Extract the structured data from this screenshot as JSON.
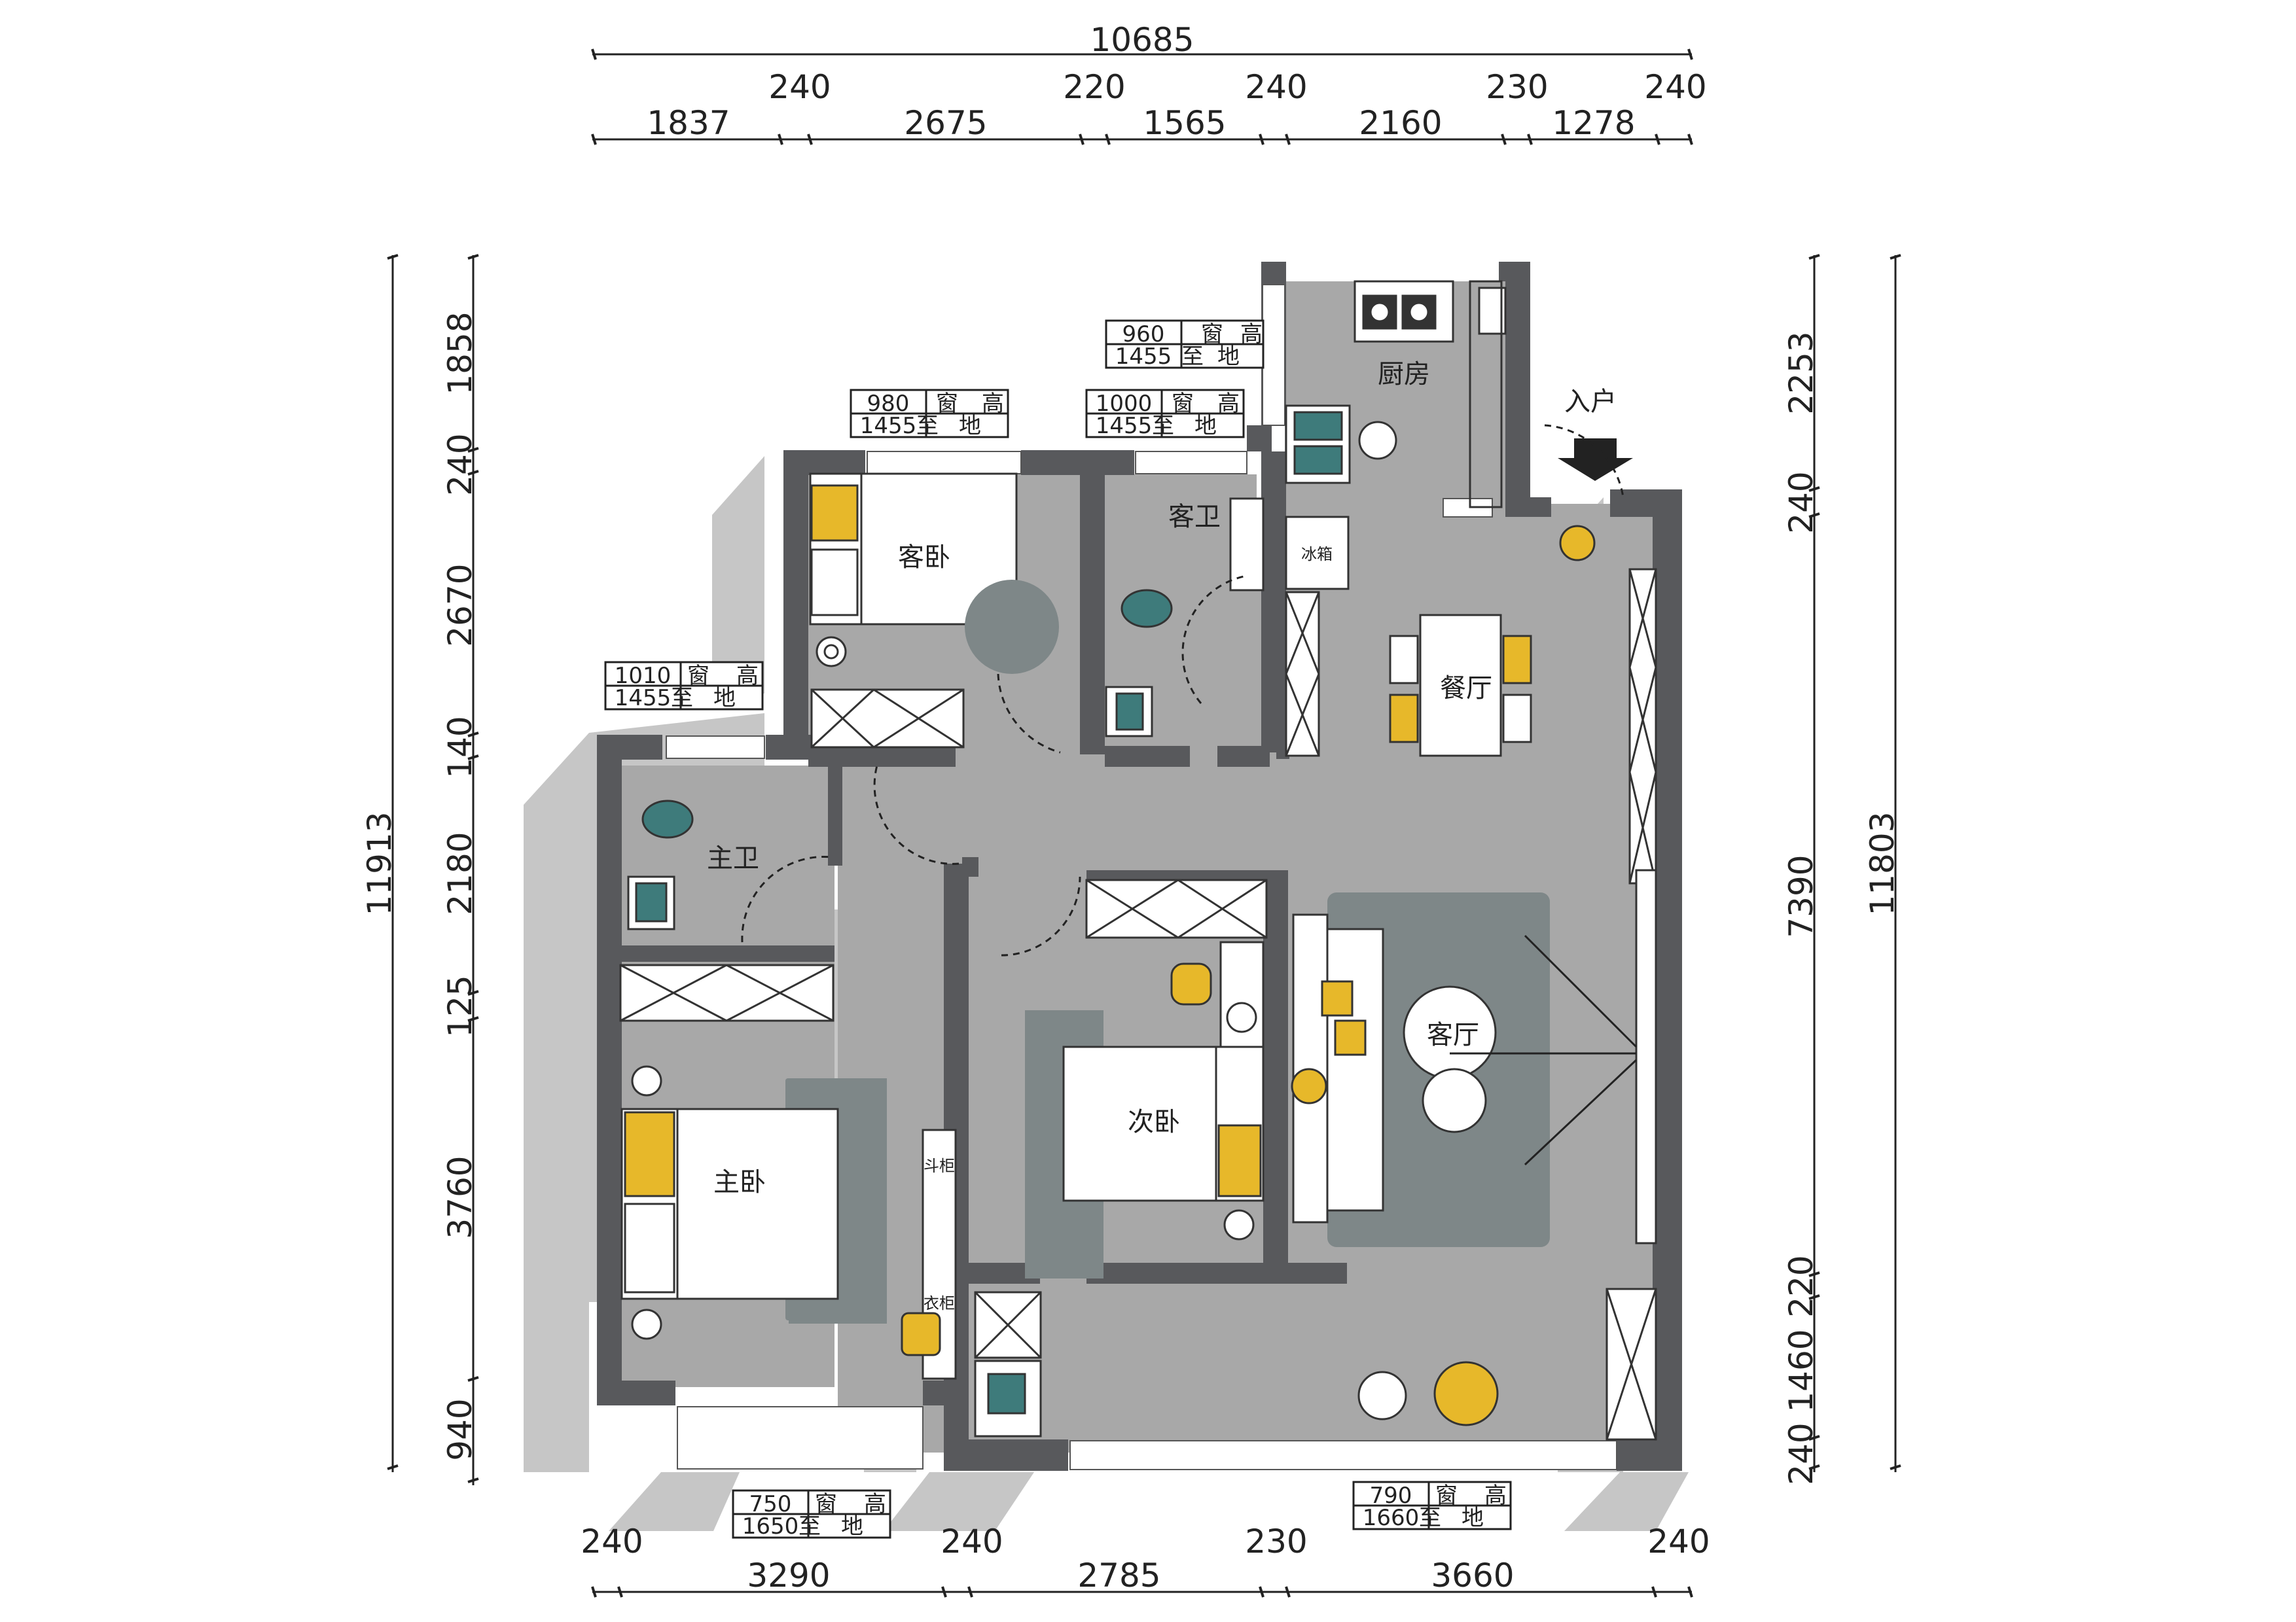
{
  "plan": {
    "rooms": {
      "kitchen": "厨房",
      "entry": "入户",
      "guest_bath": "客卫",
      "guest_bedroom": "客卧",
      "fridge": "冰箱",
      "dining": "餐厅",
      "master_bath": "主卫",
      "living": "客厅",
      "second_bedroom": "次卧",
      "master_bedroom": "主卧"
    },
    "dimensions": {
      "top_total": "10685",
      "top_walls": [
        "240",
        "220",
        "240",
        "230",
        "240"
      ],
      "top_spans": [
        "1837",
        "2675",
        "1565",
        "2160",
        "1278"
      ],
      "left_total": "11913",
      "left_segments": [
        "1858",
        "240",
        "2670",
        "140",
        "2180",
        "125",
        "3760",
        "940"
      ],
      "right_total": "11803",
      "right_segments": [
        "2253",
        "240",
        "7390",
        "220",
        "1460",
        "240"
      ],
      "bottom_walls": [
        "240",
        "240",
        "230",
        "240"
      ],
      "bottom_spans": [
        "3290",
        "2785",
        "3660"
      ]
    },
    "windows": [
      {
        "w": "960",
        "wl": "窗",
        "hl": "高",
        "h": "1455",
        "sl": "至",
        "gl": "地"
      },
      {
        "w": "980",
        "wl": "窗",
        "hl": "高",
        "h": "1455",
        "sl": "至",
        "gl": "地"
      },
      {
        "w": "1000",
        "wl": "窗",
        "hl": "高",
        "h": "1455",
        "sl": "至",
        "gl": "地"
      },
      {
        "w": "1010",
        "wl": "窗",
        "hl": "高",
        "h": "1455",
        "sl": "至",
        "gl": "地"
      },
      {
        "w": "750",
        "wl": "窗",
        "hl": "高",
        "h": "1650",
        "sl": "至",
        "gl": "地"
      },
      {
        "w": "790",
        "wl": "窗",
        "hl": "高",
        "h": "1660",
        "sl": "至",
        "gl": "地"
      }
    ],
    "cabinet_labels": [
      "斗柜",
      "衣柜"
    ],
    "colors": {
      "wall": "#555659",
      "floor": "#a8a8a8",
      "shadow": "#c2c2c2",
      "rug": "#7e8788",
      "accent": "#e7b82a",
      "teal": "#3e7b7b"
    }
  }
}
